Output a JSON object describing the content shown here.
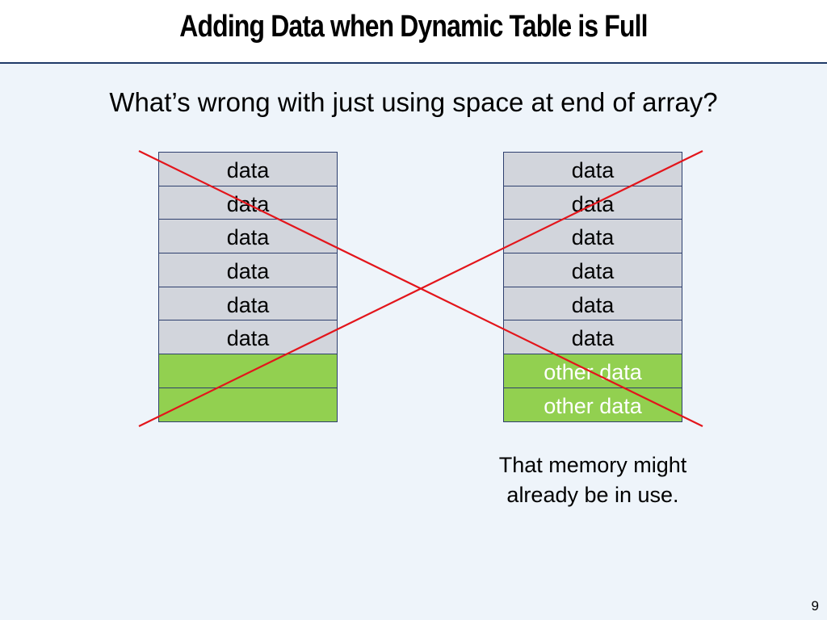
{
  "slide": {
    "title": "Adding Data when Dynamic Table is Full",
    "question": "What’s wrong with just using space at end of array?",
    "page_number": "9"
  },
  "colors": {
    "title_rule": "#1f3a68",
    "background": "#eef4fa",
    "data_cell": "#d2d5dc",
    "free_cell": "#92d050",
    "cell_border": "#2e3f6e",
    "cross": "#e3151b"
  },
  "left_array": {
    "cells": [
      "data",
      "data",
      "data",
      "data",
      "data",
      "data",
      "",
      ""
    ]
  },
  "right_array": {
    "cells": [
      "data",
      "data",
      "data",
      "data",
      "data",
      "data",
      "other data",
      "other data"
    ]
  },
  "note": {
    "line1": "That memory might",
    "line2": "already be in use."
  }
}
